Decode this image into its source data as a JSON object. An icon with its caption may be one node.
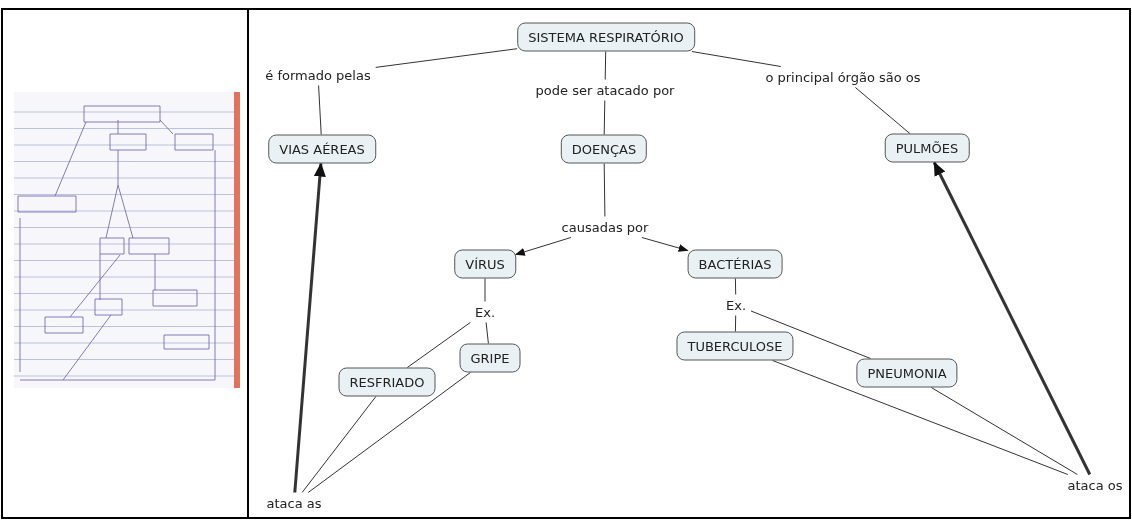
{
  "diagram": {
    "nodes": [
      {
        "text": [
          "SISTEMA RESPIRATÓRIO"
        ]
      },
      {
        "text": [
          "é formado pelas"
        ]
      },
      {
        "text": [
          "pode ser atacado por"
        ]
      },
      {
        "text": [
          "o principal órgão são os"
        ]
      },
      {
        "text": [
          "VIAS AÉREAS"
        ]
      },
      {
        "text": [
          "DOENÇAS"
        ]
      },
      {
        "text": [
          "PULMÕES"
        ]
      },
      {
        "text": [
          "causadas por"
        ]
      },
      {
        "text": [
          "VÍRUS"
        ]
      },
      {
        "text": [
          "BACTÉRIAS"
        ]
      },
      {
        "text": [
          "Ex."
        ]
      },
      {
        "text": [
          "Ex."
        ]
      },
      {
        "text": [
          "GRIPE"
        ]
      },
      {
        "text": [
          "TUBERCULOSE"
        ]
      },
      {
        "text": [
          "RESFRIADO"
        ]
      },
      {
        "text": [
          "PNEUMONIA"
        ]
      },
      {
        "text": [
          "ataca as"
        ]
      },
      {
        "text": [
          "ataca os"
        ]
      }
    ],
    "edges": [
      {
        "from": 0,
        "to": 1,
        "arrow": "none"
      },
      {
        "from": 1,
        "to": 4,
        "arrow": "none"
      },
      {
        "from": 0,
        "to": 2,
        "arrow": "none"
      },
      {
        "from": 2,
        "to": 5,
        "arrow": "none"
      },
      {
        "from": 0,
        "to": 3,
        "arrow": "none"
      },
      {
        "from": 3,
        "to": 6,
        "arrow": "none"
      },
      {
        "from": 5,
        "to": 7,
        "arrow": "none"
      },
      {
        "from": 7,
        "to": 8,
        "arrow": "to"
      },
      {
        "from": 7,
        "to": 9,
        "arrow": "to"
      },
      {
        "from": 8,
        "to": 10,
        "arrow": "none"
      },
      {
        "from": 10,
        "to": 14,
        "arrow": "none"
      },
      {
        "from": 10,
        "to": 12,
        "arrow": "none"
      },
      {
        "from": 9,
        "to": 11,
        "arrow": "none"
      },
      {
        "from": 11,
        "to": 13,
        "arrow": "none"
      },
      {
        "from": 11,
        "to": 15,
        "arrow": "none"
      },
      {
        "from": 14,
        "to": 16,
        "arrow": "none"
      },
      {
        "from": 12,
        "to": 16,
        "arrow": "none"
      },
      {
        "from": 16,
        "to": 4,
        "arrow": "to",
        "style": "thick"
      },
      {
        "from": 13,
        "to": 17,
        "arrow": "none"
      },
      {
        "from": 15,
        "to": 17,
        "arrow": "none"
      },
      {
        "from": 17,
        "to": 6,
        "arrow": "to",
        "style": "thick"
      }
    ]
  }
}
